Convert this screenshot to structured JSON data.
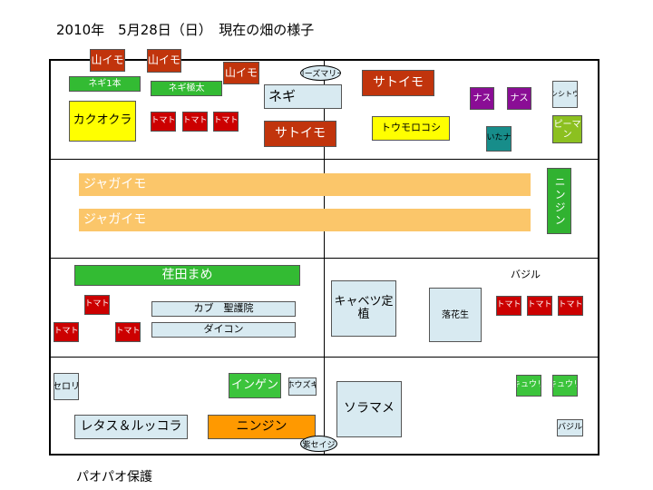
{
  "title": "2010年　5月28日（日）　現在の畑の様子",
  "footer": "パオパオ保護",
  "plots": {
    "yamaimo1": "山イモ",
    "yamaimo2": "山イモ",
    "yamaimo3": "山イモ",
    "negi_1": "ネギ1本",
    "negi_gokubuto": "ネギ極太",
    "rosemary": "ローズマリー",
    "negi": "ネギ",
    "satoimo_top": "サトイモ",
    "satoimo_mid": "サトイモ",
    "nasu1": "ナス",
    "nasu2": "ナス",
    "shishito": "シシトウ",
    "kakuokura": "カクオクラ",
    "tomato_a": "トマト",
    "tomato_b": "トマト",
    "tomato_c": "トマト",
    "toumorokoshi": "トウモロコシ",
    "hetanasu": "へいたナス",
    "piiman": "ピーマン",
    "jagaimo1": "ジャガイモ",
    "jagaimo2": "ジャガイモ",
    "ninjin_vertical": "ニンジン",
    "edamame": "荏田まめ",
    "basil_label": "バジル",
    "tomato_d": "トマト",
    "kabu": "カブ　聖護院",
    "daikon": "ダイコン",
    "tomato_e": "トマト",
    "tomato_f": "トマト",
    "cabbage": "キャベツ定植",
    "rakkasei": "落花生",
    "tomato_g": "トマト",
    "tomato_h": "トマト",
    "tomato_i": "トマト",
    "celery": "セロリ",
    "ingen": "インゲン",
    "housuki": "ホウズキ",
    "soramame": "ソラマメ",
    "kyuuri1": "キュウリ",
    "kyuuri2": "キュウリ",
    "lettuce": "レタス＆ルッコラ",
    "ninjin": "ニンジン",
    "murasaki_seiji": "紫セイジ",
    "basil_box": "バジル"
  },
  "colors": {
    "tomato": "#cc0000",
    "root_crop": "#c1340c",
    "leaf_green": "#33bb33",
    "corn_yellow": "#ffff00",
    "bed_blue": "#d8eaf1",
    "eggplant": "#8a0d95",
    "potato": "#fbc66a",
    "carrot": "#ff9900"
  }
}
